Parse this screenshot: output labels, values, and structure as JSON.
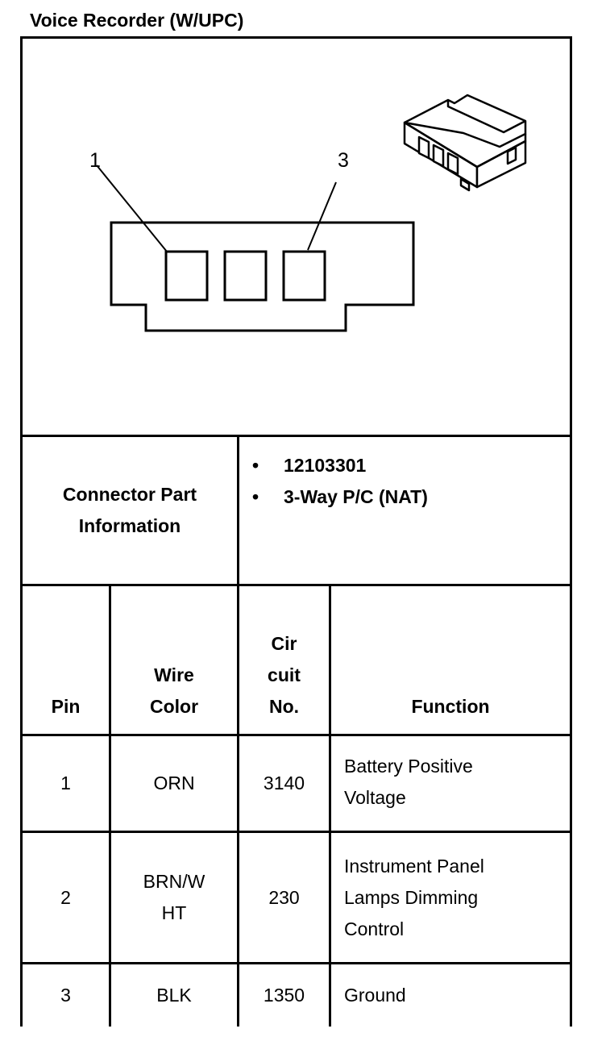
{
  "title": "Voice Recorder (W/UPC)",
  "diagram": {
    "callout_left": "1",
    "callout_right": "3"
  },
  "connector_info": {
    "label_line1": "Connector Part",
    "label_line2": "Information",
    "bullet_symbol": "•",
    "items": [
      "12103301",
      "3-Way P/C (NAT)"
    ]
  },
  "table": {
    "headers": {
      "pin": "Pin",
      "wire_color": [
        "Wire",
        "Color"
      ],
      "circuit_no": [
        "Cir",
        "cuit",
        "No."
      ],
      "function": "Function"
    },
    "rows": [
      {
        "pin": "1",
        "wire_color": [
          "ORN"
        ],
        "circuit": "3140",
        "function": [
          "Battery Positive",
          "Voltage"
        ]
      },
      {
        "pin": "2",
        "wire_color": [
          "BRN/W",
          "HT"
        ],
        "circuit": "230",
        "function": [
          "Instrument Panel",
          "Lamps Dimming",
          "Control"
        ]
      },
      {
        "pin": "3",
        "wire_color": [
          "BLK"
        ],
        "circuit": "1350",
        "function": [
          "Ground"
        ]
      }
    ]
  }
}
